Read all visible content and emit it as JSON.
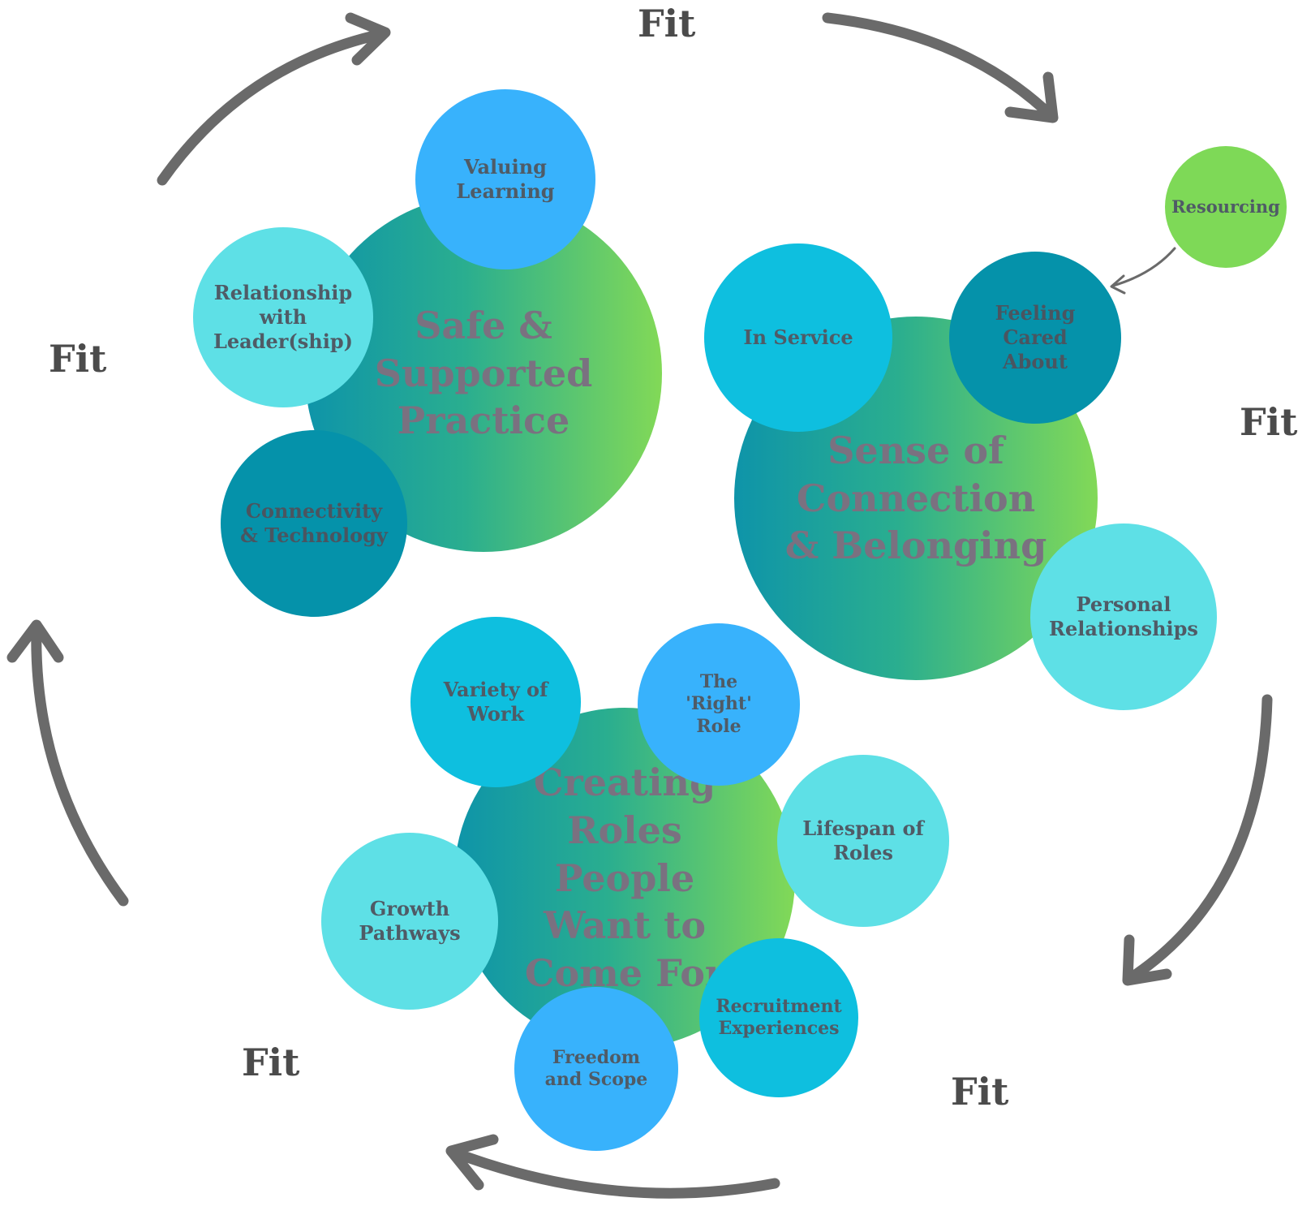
{
  "fit_labels": [
    "Fit",
    "Fit",
    "Fit",
    "Fit",
    "Fit"
  ],
  "themes": {
    "safe": "Safe & Supported Practice",
    "connection": "Sense of Connection & Belonging",
    "roles": "Creating Roles People Want to Come For"
  },
  "sub_factors": {
    "valuing_learning": "Valuing Learning",
    "relationship_leadership": "Relationship with Leader(ship)",
    "connectivity_technology": "Connectivity & Technology",
    "in_service": "In Service",
    "feeling_cared_about": "Feeling Cared About",
    "resourcing": "Resourcing",
    "personal_relationships": "Personal Relationships",
    "variety_of_work": "Variety of Work",
    "right_role": "The 'Right' Role",
    "lifespan_of_roles": "Lifespan of Roles",
    "growth_pathways": "Growth Pathways",
    "recruitment_experiences": "Recruitment Experiences",
    "freedom_and_scope": "Freedom and Scope"
  },
  "colors": {
    "light_cyan": "#5ee0e6",
    "cyan": "#0ebfdf",
    "sky_blue": "#38b2fc",
    "teal_dark": "#0592aa",
    "lime": "#7ed957",
    "arrow_gray": "#6a6a6a"
  }
}
